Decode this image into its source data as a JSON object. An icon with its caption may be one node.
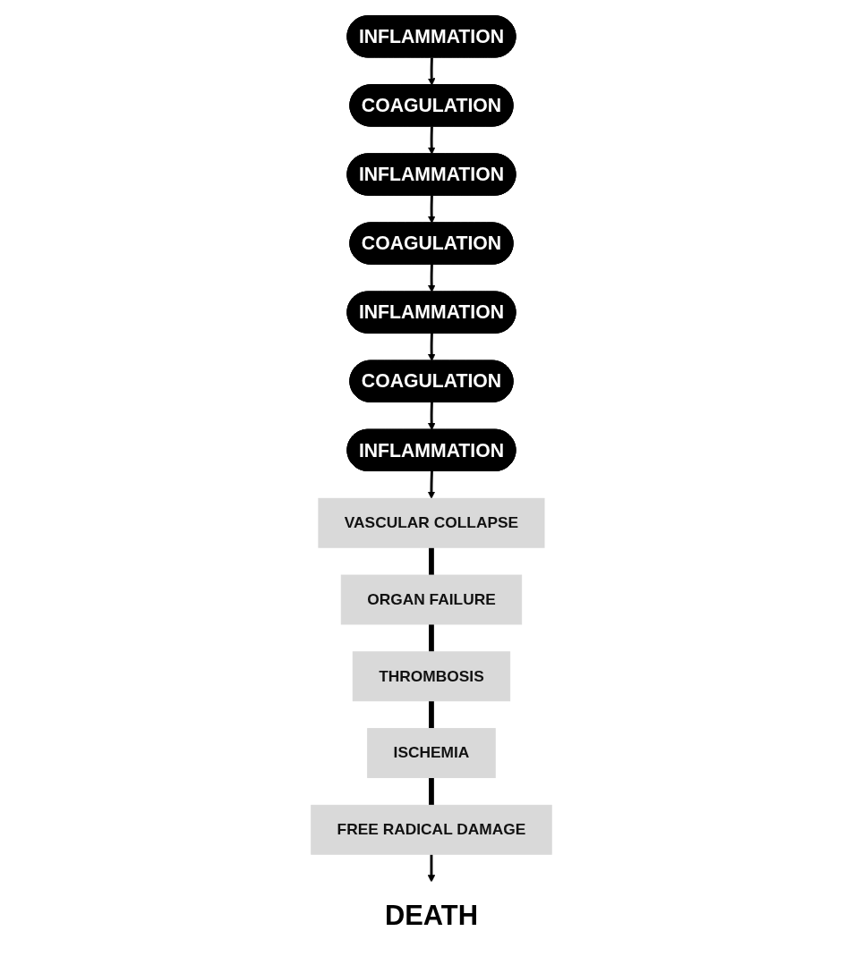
{
  "diagram": {
    "nodes": [
      {
        "text": [
          "COAGULATION"
        ]
      },
      {
        "text": [
          "INFLAMMATION"
        ]
      },
      {
        "text": [
          "INFLAMMATION"
        ]
      },
      {
        "text": [
          "COAGULATION"
        ]
      },
      {
        "text": [
          "INFLAMMATION"
        ]
      },
      {
        "text": [
          "INFLAMMATION"
        ]
      },
      {
        "text": [
          "COAGULATION"
        ]
      },
      {
        "text": [
          "VASCULAR COLLAPSE"
        ]
      },
      {
        "text": [
          "ORGAN FAILURE"
        ]
      },
      {
        "text": [
          "THROMBOSIS"
        ]
      },
      {
        "text": [
          "ISCHEMIA"
        ]
      },
      {
        "text": [
          "FREE RADICAL DAMAGE"
        ]
      },
      {
        "text": [
          "DEATH"
        ]
      }
    ],
    "edges": [
      {
        "from": 4,
        "to": 6,
        "arrow": "to"
      },
      {
        "from": 6,
        "to": 5,
        "arrow": "to"
      },
      {
        "from": 5,
        "to": 3,
        "arrow": "to"
      },
      {
        "from": 3,
        "to": 2,
        "arrow": "to"
      },
      {
        "from": 2,
        "to": 0,
        "arrow": "to"
      },
      {
        "from": 0,
        "to": 1,
        "arrow": "to"
      },
      {
        "from": 1,
        "to": 7,
        "arrow": "to"
      },
      {
        "from": 7,
        "to": 8,
        "arrow": "none",
        "style": "thick"
      },
      {
        "from": 8,
        "to": 9,
        "arrow": "none",
        "style": "thick"
      },
      {
        "from": 9,
        "to": 10,
        "arrow": "none",
        "style": "thick"
      },
      {
        "from": 10,
        "to": 11,
        "arrow": "none",
        "style": "thick"
      },
      {
        "from": 11,
        "to": 12,
        "arrow": "to"
      }
    ]
  }
}
